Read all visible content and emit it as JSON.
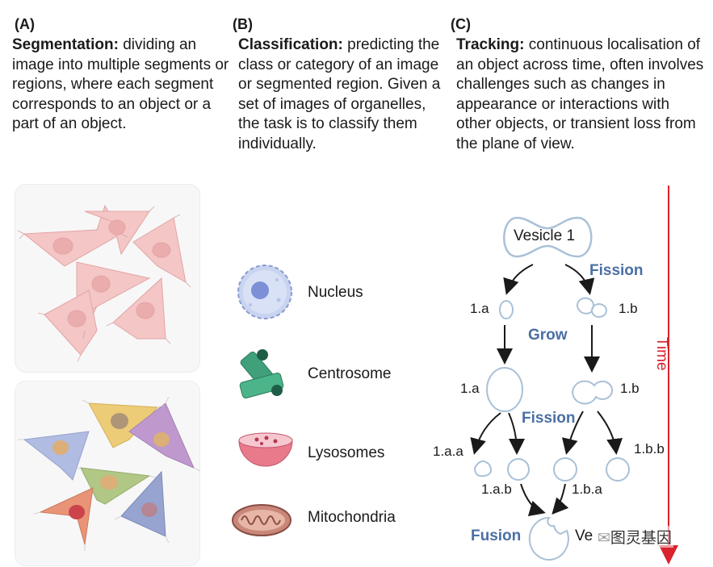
{
  "panels": {
    "a": {
      "letter": "(A)",
      "term": "Segmentation:",
      "desc": " dividing an image into multiple segments or regions, where each segment corresponds to an object or a part of an object."
    },
    "b": {
      "letter": "(B)",
      "term": "Classification:",
      "desc": " predicting the class or category of an image or segmented region. Given a set of images of organelles, the task is to classify them individually.",
      "organelles": [
        "Nucleus",
        "Centrosome",
        "Lysosomes",
        "Mitochondria"
      ]
    },
    "c": {
      "letter": "(C)",
      "term": "Tracking:",
      "desc": " continuous localisation of an object across time, often involves challenges such as changes in appearance or interactions with other objects, or transient loss from the plane of view.",
      "root": "Vesicle 1",
      "events": {
        "fission1": "Fission",
        "grow": "Grow",
        "fission2": "Fission",
        "fusion": "Fusion"
      },
      "nodes": {
        "a1": "1.a",
        "b1": "1.b",
        "a2": "1.a",
        "b2": "1.b",
        "aa": "1.a.a",
        "ab": "1.a.b",
        "ba": "1.b.a",
        "bb": "1.b.b"
      },
      "fused_label_fragment": "Ve",
      "time_axis": "Time"
    }
  },
  "watermark": "图灵基因",
  "colors": {
    "event_blue": "#4a6fa5",
    "time_red": "#d9232d",
    "cell_pink": "#f2b8b8",
    "vesicle_stroke": "#9db7cf"
  }
}
